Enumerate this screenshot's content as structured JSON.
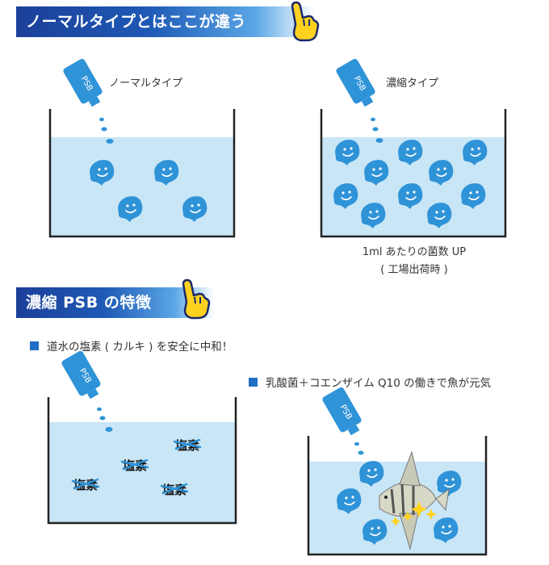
{
  "section1": {
    "title": "ノーマルタイプとはここが違う",
    "normal_label": "ノーマルタイプ",
    "concentrated_label": "濃縮タイプ",
    "bottle_label": "PSB",
    "caption_line1": "1ml あたりの菌数 UP",
    "caption_line2": "( 工場出荷時 )"
  },
  "section2": {
    "title": "濃縮 PSB の特徴",
    "point1": "道水の塩素 ( カルキ ) を安全に中和！",
    "point2": "乳酸菌＋コエンザイム Q10 の働きで魚が元気",
    "chlorine_word": "塩素",
    "bottle_label": "PSB"
  },
  "colors": {
    "banner_dark": "#1b3f99",
    "banner_light": "#5aa6e6",
    "water": "#c9e6f6",
    "bacteria": "#2f93d8",
    "bullet": "#1f6fc4"
  },
  "icons": [
    "pointing-hand-icon",
    "psb-bottle-icon",
    "bacteria-icon",
    "fish-icon",
    "crossed-out-chlorine-icon"
  ]
}
